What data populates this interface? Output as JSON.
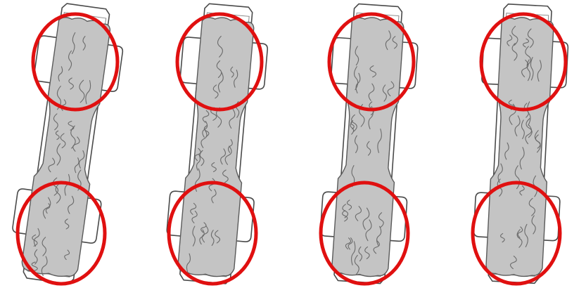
{
  "figure": {
    "panels": [
      {
        "id": "pad-1",
        "regions": [
          "front-end",
          "rear-end"
        ]
      },
      {
        "id": "pad-2",
        "regions": [
          "front-end",
          "rear-end"
        ]
      },
      {
        "id": "pad-3",
        "regions": [
          "front-end",
          "rear-end"
        ]
      },
      {
        "id": "pad-4",
        "regions": [
          "front-end",
          "rear-end"
        ]
      }
    ],
    "highlight_color": "#e01010",
    "core_fill_color": "#c4c4c4",
    "outline_color": "#4a4a4a"
  }
}
